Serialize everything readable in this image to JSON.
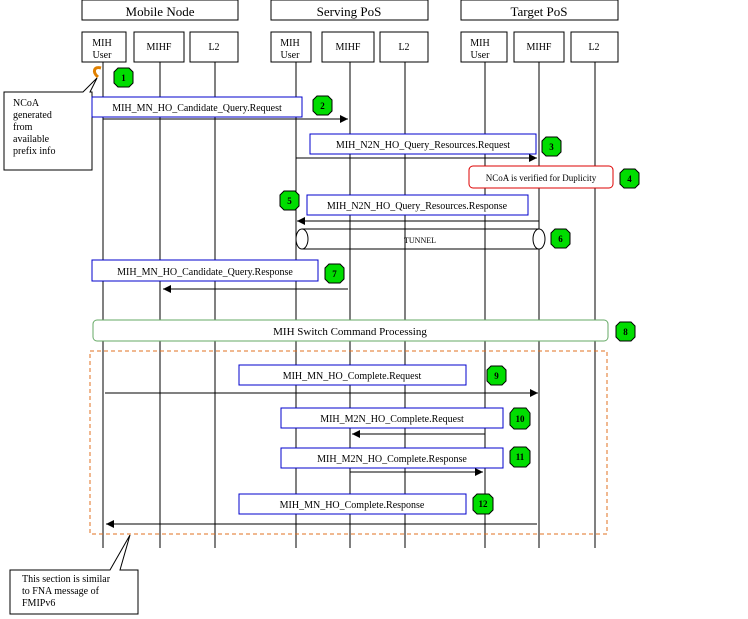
{
  "groups": [
    {
      "id": "mobile-node",
      "label": "Mobile Node"
    },
    {
      "id": "serving-pos",
      "label": "Serving PoS"
    },
    {
      "id": "target-pos",
      "label": "Target PoS"
    }
  ],
  "entities": [
    {
      "id": "mn-mih-user",
      "line1": "MIH",
      "line2": "User"
    },
    {
      "id": "mn-mihf",
      "line1": "MIHF",
      "line2": ""
    },
    {
      "id": "mn-l2",
      "line1": "L2",
      "line2": ""
    },
    {
      "id": "sp-mih-user",
      "line1": "MIH",
      "line2": "User"
    },
    {
      "id": "sp-mihf",
      "line1": "MIHF",
      "line2": ""
    },
    {
      "id": "sp-l2",
      "line1": "L2",
      "line2": ""
    },
    {
      "id": "tp-mih-user",
      "line1": "MIH",
      "line2": "User"
    },
    {
      "id": "tp-mihf",
      "line1": "MIHF",
      "line2": ""
    },
    {
      "id": "tp-l2",
      "line1": "L2",
      "line2": ""
    }
  ],
  "messages": [
    {
      "id": "m2",
      "label": "MIH_MN_HO_Candidate_Query.Request",
      "step": "2"
    },
    {
      "id": "m3",
      "label": "MIH_N2N_HO_Query_Resources.Request",
      "step": "3"
    },
    {
      "id": "m4",
      "label": "NCoA is verified for Duplicity",
      "step": "4"
    },
    {
      "id": "m5",
      "label": "MIH_N2N_HO_Query_Resources.Response",
      "step": "5"
    },
    {
      "id": "m6",
      "label": "TUNNEL",
      "step": "6"
    },
    {
      "id": "m7",
      "label": "MIH_MN_HO_Candidate_Query.Response",
      "step": "7"
    },
    {
      "id": "m8",
      "label": "MIH Switch Command Processing",
      "step": "8"
    },
    {
      "id": "m9",
      "label": "MIH_MN_HO_Complete.Request",
      "step": "9"
    },
    {
      "id": "m10",
      "label": "MIH_M2N_HO_Complete.Request",
      "step": "10"
    },
    {
      "id": "m11",
      "label": "MIH_M2N_HO_Complete.Response",
      "step": "11"
    },
    {
      "id": "m12",
      "label": "MIH_MN_HO_Complete.Response",
      "step": "12"
    }
  ],
  "step1": "1",
  "callouts": {
    "ncoa": [
      "NCoA",
      "generated",
      "from",
      "available",
      "prefix info"
    ],
    "fna": [
      "This section is similar",
      "to FNA message of",
      "FMIPv6"
    ]
  },
  "colors": {
    "message_box_border": "#0000cc",
    "step_marker_fill": "#00dd00",
    "dashed_region": "#e07020",
    "duplicity_box_border": "#dd0000",
    "switch_box_border": "#66aa66"
  }
}
